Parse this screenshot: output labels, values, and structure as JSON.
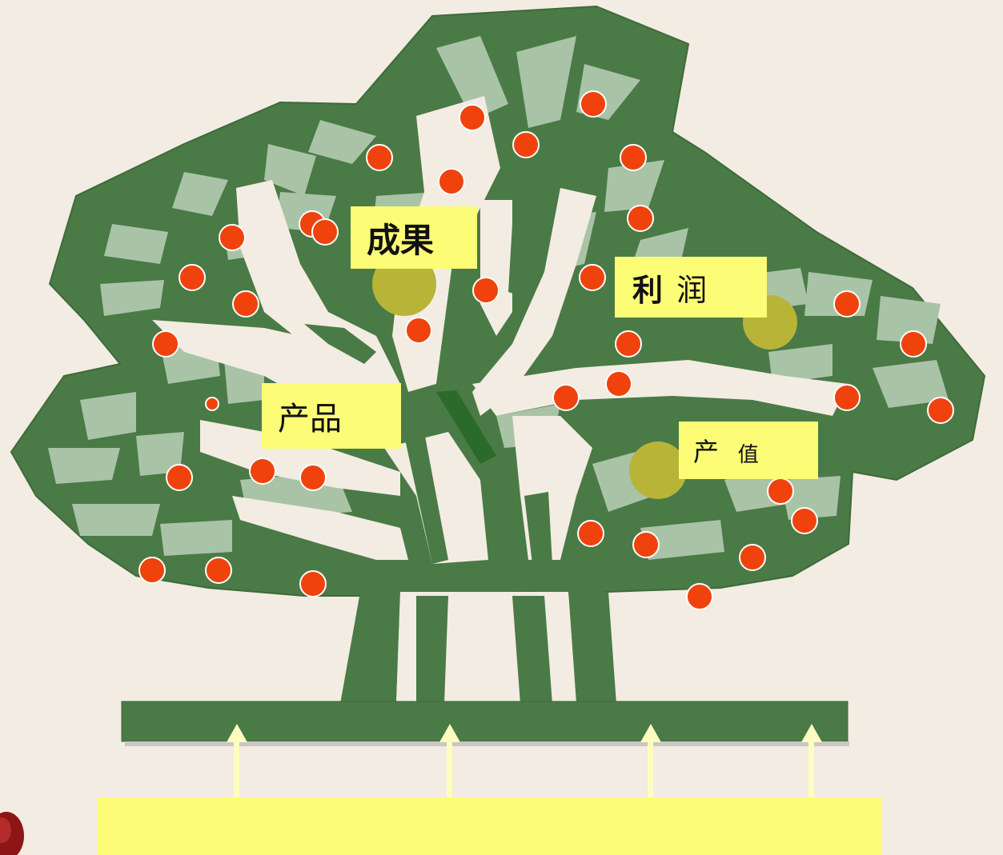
{
  "labels": {
    "chengguo": {
      "a": "成果",
      "b": ""
    },
    "lirun": {
      "a": "利",
      "b": "润"
    },
    "chanpin": {
      "a": "产",
      "b": "品"
    },
    "chanzhi": {
      "a": "产",
      "b": "值"
    }
  },
  "colors": {
    "background": "#f3ece2",
    "tree": "#4a7a46",
    "leaf": "#a9c3a7",
    "fruit": "#f0420c",
    "label_fill": "#fdfc76",
    "arrow": "#fdfdc0",
    "fruit_spot": "#b7b437"
  }
}
